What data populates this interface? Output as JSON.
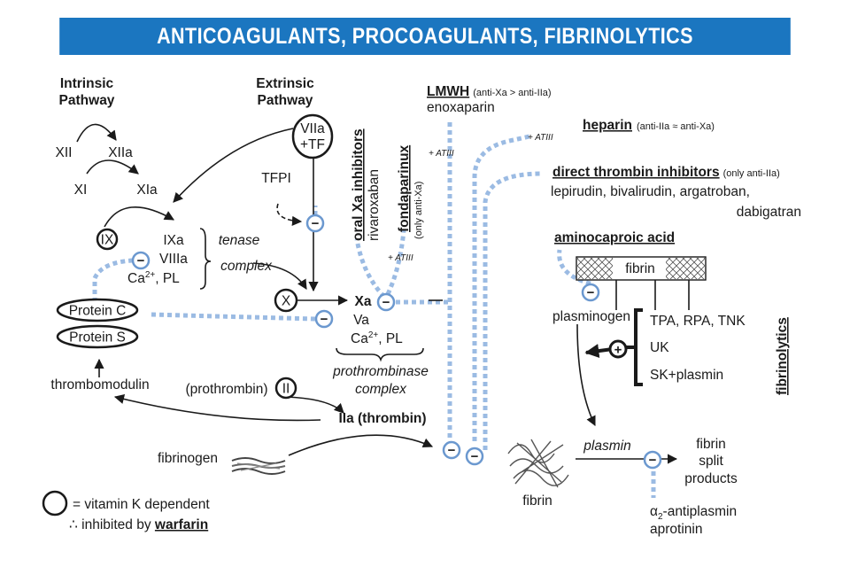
{
  "header": {
    "title": "ANTICOAGULANTS, PROCOAGULANTS, FIBRINOLYTICS"
  },
  "pathways": {
    "intrinsic_1": "Intrinsic",
    "intrinsic_2": "Pathway",
    "extrinsic_1": "Extrinsic",
    "extrinsic_2": "Pathway"
  },
  "factors": {
    "xii": "XII",
    "xiia": "XIIa",
    "xi": "XI",
    "xia": "XIa",
    "viia": "VIIa",
    "tf": "+TF",
    "tfpi": "TFPI",
    "ix": "IX",
    "ixa": "IXa",
    "viiia": "VIIIa",
    "ca_pl": "Ca",
    "pl": ", PL",
    "two_plus": "2+",
    "x": "X",
    "xa": "Xa",
    "va": "Va",
    "ca_pl2": "Ca",
    "pl2": ", PL",
    "two_plus2": "2+",
    "ii": "II",
    "prothrombin": "(prothrombin)",
    "thrombin": "IIa (thrombin)",
    "fibrinogen": "fibrinogen",
    "fibrin": "fibrin",
    "plasminogen": "plasminogen",
    "plasmin": "plasmin",
    "fsp_1": "fibrin",
    "fsp_2": "split",
    "fsp_3": "products"
  },
  "complexes": {
    "tenase_1": "tenase",
    "tenase_2": "complex",
    "prothrombinase_1": "prothrombinase",
    "prothrombinase_2": "complex"
  },
  "regulators": {
    "protein_c": "Protein C",
    "protein_s": "Protein S",
    "thrombomodulin": "thrombomodulin"
  },
  "drugs": {
    "lmwh": "LMWH",
    "lmwh_note": "(anti-Xa > anti-IIa)",
    "enoxaparin": "enoxaparin",
    "heparin": "heparin",
    "heparin_note": "(anti-IIa ≈ anti-Xa)",
    "dti": "direct thrombin inhibitors",
    "dti_note": "(only anti-IIa)",
    "dti_list_1": "lepirudin, bivalirudin, argatroban,",
    "dti_list_2": "dabigatran",
    "oral_xa": "oral Xa inhibitors",
    "rivaroxaban": "rivaroxaban",
    "fondaparinux": "fondaparinux",
    "fonda_note": "(only anti-Xa)",
    "aminocaproic": "aminocaproic acid",
    "fibrinolytics": "fibrinolytics",
    "fib_1": "TPA, RPA, TNK",
    "fib_2": "UK",
    "fib_3": "SK+plasmin",
    "antiplasmin_pre": "α",
    "antiplasmin_sub": "2",
    "antiplasmin": "-antiplasmin",
    "aprotinin": "aprotinin",
    "atiii_1": "+ ATIII",
    "atiii_2": "+ ATIII",
    "atiii_3": "+ ATIII"
  },
  "legend": {
    "vitk": "= vitamin K dependent",
    "therefore": "∴ inhibited by ",
    "warfarin": "warfarin"
  },
  "symbols": {
    "minus": "−",
    "plus": "+"
  },
  "colors": {
    "header_bg": "#1b76c0",
    "inhibitor_dash": "#9bbbe3",
    "inhibitor_ring": "#6b98cf",
    "ink": "#1a1a1a"
  }
}
